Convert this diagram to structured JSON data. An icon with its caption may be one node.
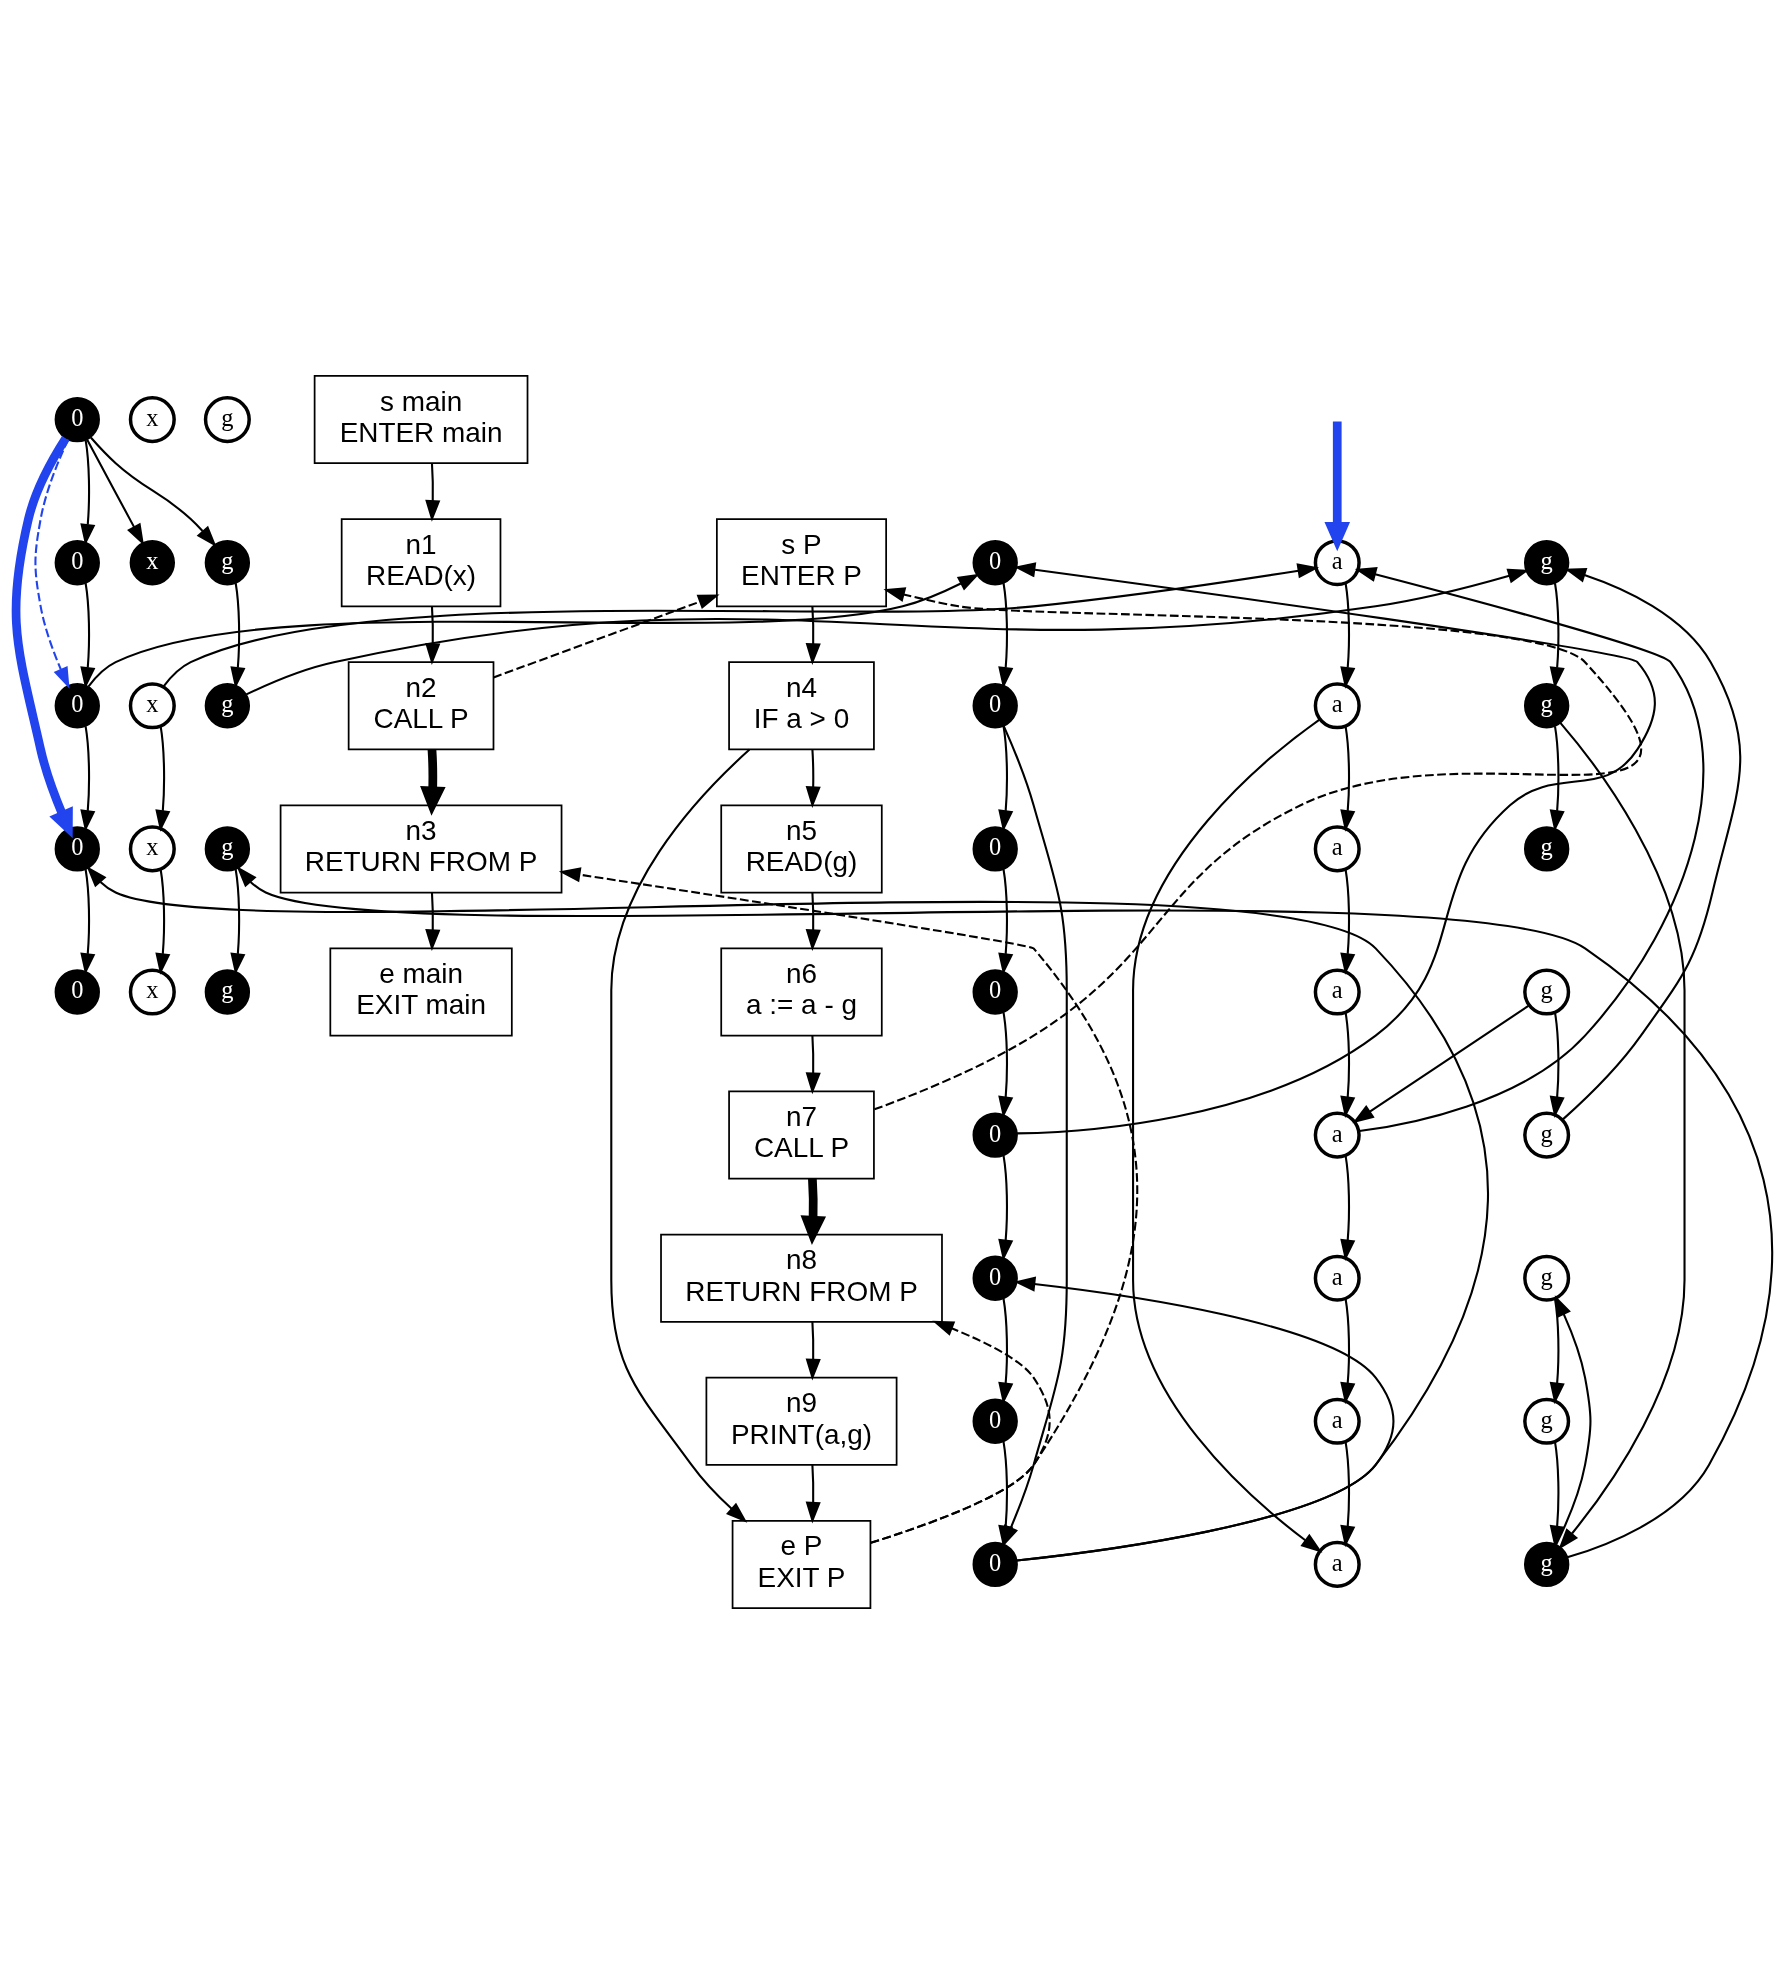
{
  "diagram": {
    "nodes": [
      {
        "text": [
          "s main",
          "ENTER main"
        ]
      },
      {
        "text": [
          "n1",
          "READ(x)"
        ]
      },
      {
        "text": [
          "n2",
          "CALL P"
        ]
      },
      {
        "text": [
          "n3",
          "RETURN FROM P"
        ]
      },
      {
        "text": [
          "e main",
          "EXIT main"
        ]
      },
      {
        "text": [
          "s P",
          "ENTER P"
        ]
      },
      {
        "text": [
          "n4",
          "IF a > 0"
        ]
      },
      {
        "text": [
          "n5",
          "READ(g)"
        ]
      },
      {
        "text": [
          "n6",
          "a := a - g"
        ]
      },
      {
        "text": [
          "n7",
          "CALL P"
        ]
      },
      {
        "text": [
          "n8",
          "RETURN FROM P"
        ]
      },
      {
        "text": [
          "n9",
          "PRINT(a,g)"
        ]
      },
      {
        "text": [
          "e P",
          "EXIT P"
        ]
      },
      {
        "text": [
          "0"
        ]
      },
      {
        "text": [
          "x"
        ]
      },
      {
        "text": [
          "g"
        ]
      },
      {
        "text": [
          "0"
        ]
      },
      {
        "text": [
          "x"
        ]
      },
      {
        "text": [
          "g"
        ]
      },
      {
        "text": [
          "0"
        ]
      },
      {
        "text": [
          "x"
        ]
      },
      {
        "text": [
          "g"
        ]
      },
      {
        "text": [
          "0"
        ]
      },
      {
        "text": [
          "x"
        ]
      },
      {
        "text": [
          "g"
        ]
      },
      {
        "text": [
          "0"
        ]
      },
      {
        "text": [
          "x"
        ]
      },
      {
        "text": [
          "g"
        ]
      },
      {
        "text": [
          "0"
        ]
      },
      {
        "text": [
          "a"
        ]
      },
      {
        "text": [
          "g"
        ]
      },
      {
        "text": [
          "0"
        ]
      },
      {
        "text": [
          "a"
        ]
      },
      {
        "text": [
          "g"
        ]
      },
      {
        "text": [
          "0"
        ]
      },
      {
        "text": [
          "a"
        ]
      },
      {
        "text": [
          "g"
        ]
      },
      {
        "text": [
          "0"
        ]
      },
      {
        "text": [
          "a"
        ]
      },
      {
        "text": [
          "g"
        ]
      },
      {
        "text": [
          "0"
        ]
      },
      {
        "text": [
          "a"
        ]
      },
      {
        "text": [
          "g"
        ]
      },
      {
        "text": [
          "0"
        ]
      },
      {
        "text": [
          "a"
        ]
      },
      {
        "text": [
          "g"
        ]
      },
      {
        "text": [
          "0"
        ]
      },
      {
        "text": [
          "a"
        ]
      },
      {
        "text": [
          "g"
        ]
      },
      {
        "text": [
          "0"
        ]
      },
      {
        "text": [
          "a"
        ]
      },
      {
        "text": [
          "g"
        ]
      }
    ],
    "edges": [
      {
        "from": 0,
        "to": 1,
        "arrow": "to"
      },
      {
        "from": 1,
        "to": 2,
        "arrow": "to"
      },
      {
        "from": 2,
        "to": 3,
        "arrow": "to",
        "style": "thick"
      },
      {
        "from": 3,
        "to": 4,
        "arrow": "to"
      },
      {
        "from": 5,
        "to": 6,
        "arrow": "to"
      },
      {
        "from": 6,
        "to": 7,
        "arrow": "to"
      },
      {
        "from": 6,
        "to": 12,
        "arrow": "to"
      },
      {
        "from": 7,
        "to": 8,
        "arrow": "to"
      },
      {
        "from": 8,
        "to": 9,
        "arrow": "to"
      },
      {
        "from": 9,
        "to": 10,
        "arrow": "to",
        "style": "thick"
      },
      {
        "from": 10,
        "to": 11,
        "arrow": "to"
      },
      {
        "from": 11,
        "to": 12,
        "arrow": "to"
      },
      {
        "from": 2,
        "to": 5,
        "arrow": "to",
        "style": "dashed"
      },
      {
        "from": 12,
        "to": 3,
        "arrow": "to",
        "style": "dashed"
      },
      {
        "from": 9,
        "to": 5,
        "arrow": "to",
        "style": "dashed"
      },
      {
        "from": 12,
        "to": 10,
        "arrow": "to",
        "style": "dashed"
      },
      {
        "from": 13,
        "to": 16,
        "arrow": "to"
      },
      {
        "from": 13,
        "to": 17,
        "arrow": "to"
      },
      {
        "from": 13,
        "to": 18,
        "arrow": "to"
      },
      {
        "from": 16,
        "to": 19,
        "arrow": "to"
      },
      {
        "from": 18,
        "to": 21,
        "arrow": "to"
      },
      {
        "from": 19,
        "to": 22,
        "arrow": "to"
      },
      {
        "from": 20,
        "to": 23,
        "arrow": "to"
      },
      {
        "from": 22,
        "to": 25,
        "arrow": "to"
      },
      {
        "from": 23,
        "to": 26,
        "arrow": "to"
      },
      {
        "from": 24,
        "to": 27,
        "arrow": "to"
      },
      {
        "from": 19,
        "to": 28,
        "arrow": "to"
      },
      {
        "from": 20,
        "to": 29,
        "arrow": "to"
      },
      {
        "from": 21,
        "to": 30,
        "arrow": "to"
      },
      {
        "from": 28,
        "to": 31,
        "arrow": "to"
      },
      {
        "from": 29,
        "to": 32,
        "arrow": "to"
      },
      {
        "from": 30,
        "to": 33,
        "arrow": "to"
      },
      {
        "from": 31,
        "to": 34,
        "arrow": "to"
      },
      {
        "from": 32,
        "to": 35,
        "arrow": "to"
      },
      {
        "from": 33,
        "to": 36,
        "arrow": "to"
      },
      {
        "from": 31,
        "to": 49,
        "arrow": "to"
      },
      {
        "from": 32,
        "to": 50,
        "arrow": "to"
      },
      {
        "from": 33,
        "to": 51,
        "arrow": "to"
      },
      {
        "from": 34,
        "to": 37,
        "arrow": "to"
      },
      {
        "from": 35,
        "to": 38,
        "arrow": "to"
      },
      {
        "from": 37,
        "to": 40,
        "arrow": "to"
      },
      {
        "from": 38,
        "to": 41,
        "arrow": "to"
      },
      {
        "from": 39,
        "to": 41,
        "arrow": "to"
      },
      {
        "from": 39,
        "to": 42,
        "arrow": "to"
      },
      {
        "from": 40,
        "to": 28,
        "arrow": "to"
      },
      {
        "from": 41,
        "to": 29,
        "arrow": "to"
      },
      {
        "from": 42,
        "to": 30,
        "arrow": "to"
      },
      {
        "from": 40,
        "to": 43,
        "arrow": "to"
      },
      {
        "from": 41,
        "to": 44,
        "arrow": "to"
      },
      {
        "from": 43,
        "to": 46,
        "arrow": "to"
      },
      {
        "from": 44,
        "to": 47,
        "arrow": "to"
      },
      {
        "from": 45,
        "to": 48,
        "arrow": "to"
      },
      {
        "from": 46,
        "to": 49,
        "arrow": "to"
      },
      {
        "from": 47,
        "to": 50,
        "arrow": "to"
      },
      {
        "from": 48,
        "to": 51,
        "arrow": "to"
      },
      {
        "from": 49,
        "to": 22,
        "arrow": "to"
      },
      {
        "from": 51,
        "to": 24,
        "arrow": "to"
      },
      {
        "from": 49,
        "to": 43,
        "arrow": "to"
      },
      {
        "from": 51,
        "to": 45,
        "arrow": "to"
      },
      {
        "from": 13,
        "to": 19,
        "arrow": "to",
        "style": "dashed",
        "color": "#2244ee"
      },
      {
        "from": 13,
        "to": 22,
        "arrow": "to",
        "style": "thick",
        "color": "#2244ee"
      },
      {
        "from": null,
        "to": 29,
        "arrow": "to",
        "style": "thick",
        "color": "#2244ee"
      }
    ]
  }
}
